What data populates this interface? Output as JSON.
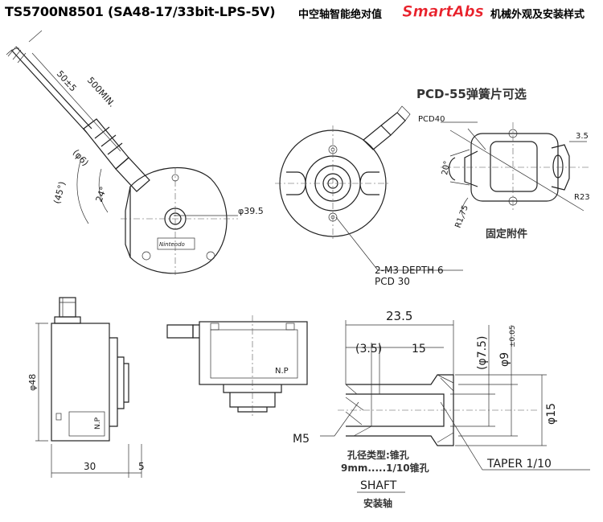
{
  "header": {
    "title_main": "TS5700N8501 (SA48-17/33bit-LPS-5V)",
    "title_cn": "中空轴智能绝对值",
    "brand_logo": "SmartAbs",
    "title_tail": "机械外观及安装样式"
  },
  "colors": {
    "brand": "#e8202a",
    "line": "#222222",
    "text": "#1a1a1a"
  },
  "front_view": {
    "cable_len_50": "50±5",
    "cable_len_500": "500MIN.",
    "cable_dia": "(φ6)",
    "angle_45": "(45°)",
    "angle_24": "24°",
    "body_dia": "φ39.5",
    "label_mark": "Nintendo"
  },
  "rear_view": {
    "mount_note_1": "2-M3 DEPTH 6",
    "mount_note_2": "PCD 30"
  },
  "accessory": {
    "title": "PCD-55弹簧片可选",
    "pcd": "PCD40",
    "dim_35": "3.5",
    "angle_20": "20°",
    "r23": "R23",
    "r175": "R1.75",
    "caption": "固定附件"
  },
  "side_view": {
    "dia48": "φ48",
    "np": "N.P",
    "width_30": "30",
    "width_5": "5"
  },
  "top_view": {
    "np": "N.P"
  },
  "shaft_detail": {
    "len_235": "23.5",
    "len_35": "(3.5)",
    "len_15": "15",
    "dia_75": "(φ7.5)",
    "dia_9": "φ9",
    "dia_9_tol": "±0.05",
    "dia_15": "φ15",
    "thread": "M5",
    "hole_type": "孔径类型:锥孔",
    "hole_spec": "9mm.....1/10锥孔",
    "taper": "TAPER 1/10",
    "shaft_en": "SHAFT",
    "shaft_cn": "安装轴"
  }
}
